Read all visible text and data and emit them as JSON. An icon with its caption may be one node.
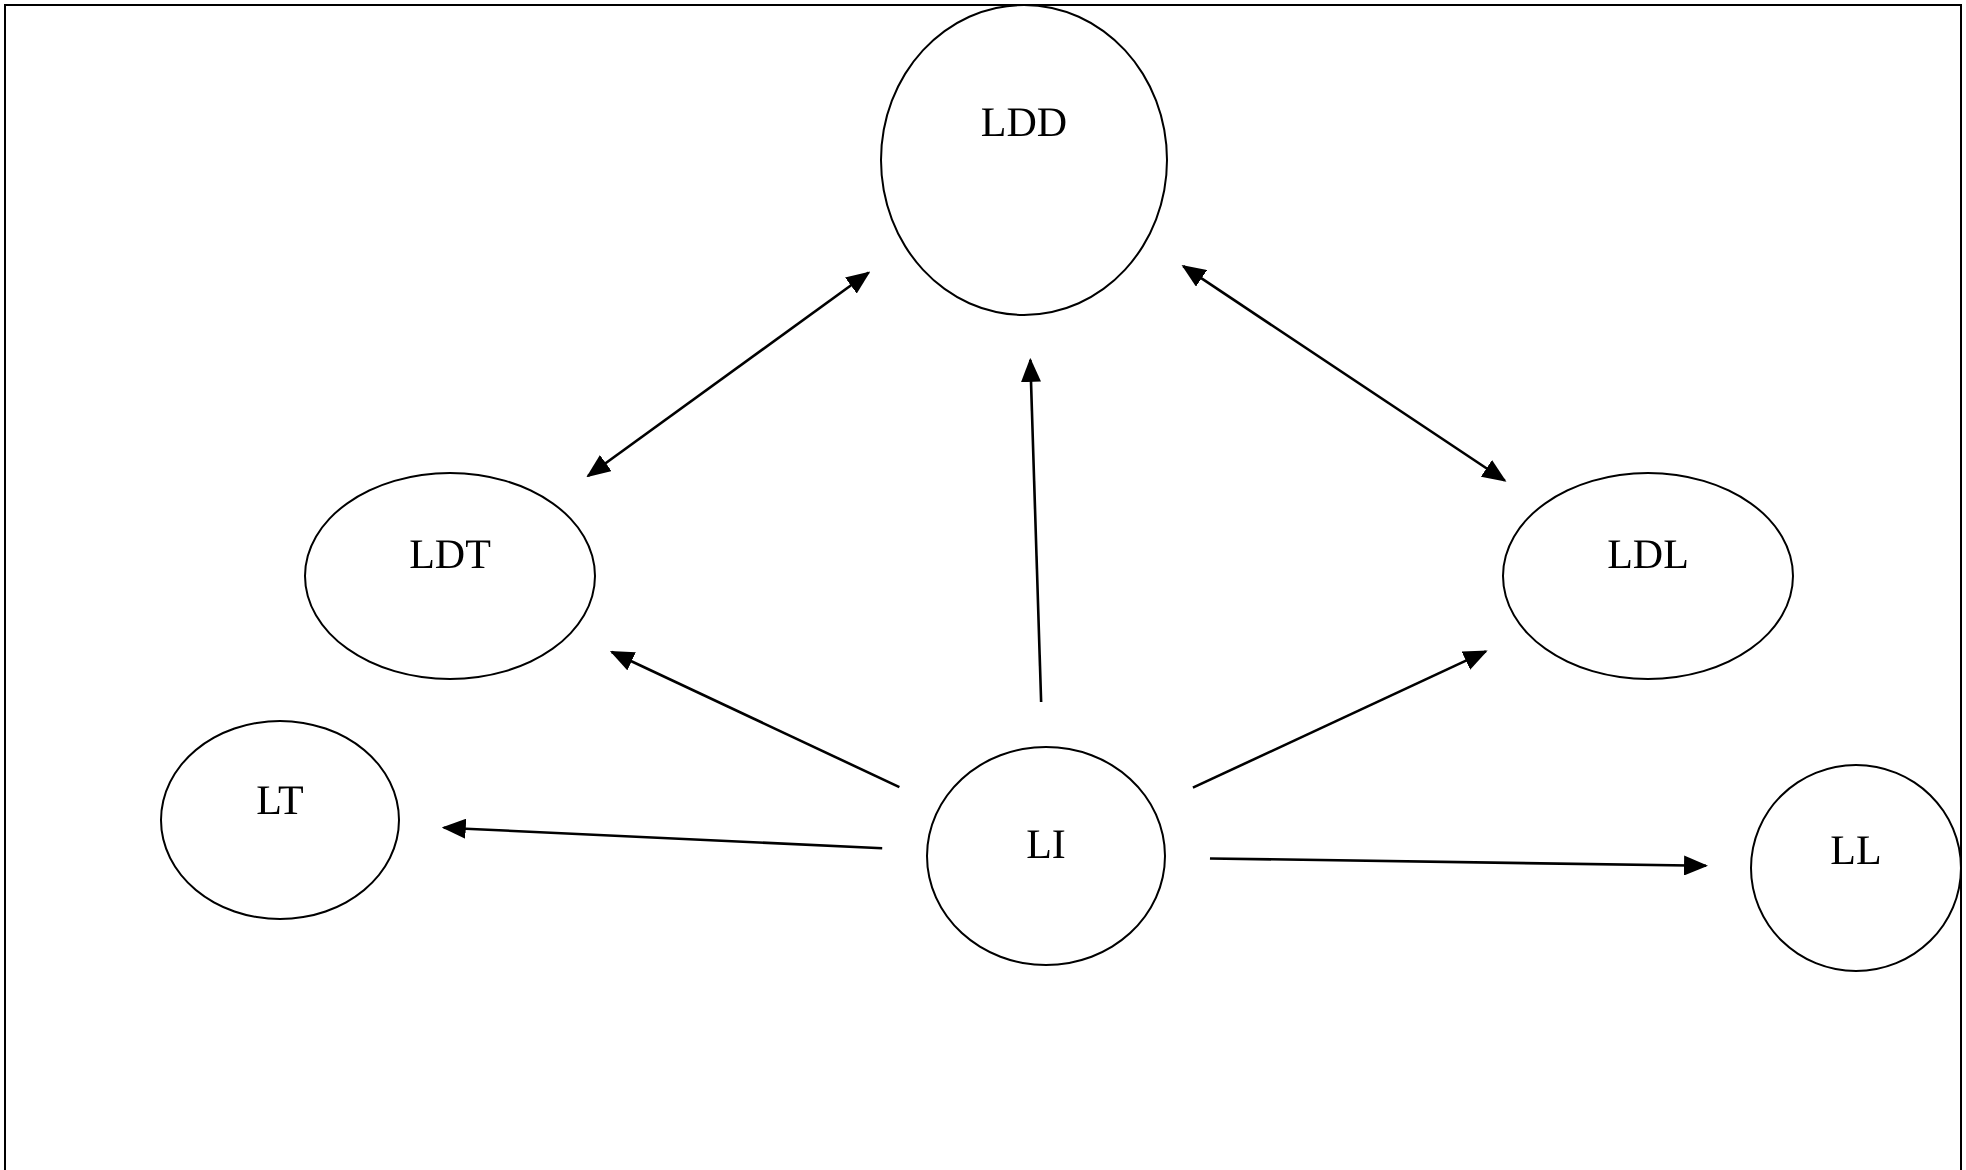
{
  "diagram": {
    "nodes": [
      {
        "text": [
          "LDD"
        ]
      },
      {
        "text": [
          "LDT"
        ]
      },
      {
        "text": [
          "LDL"
        ]
      },
      {
        "text": [
          "LT"
        ]
      },
      {
        "text": [
          "LI"
        ]
      },
      {
        "text": [
          "LL"
        ]
      }
    ],
    "edges": [
      {
        "from": 1,
        "to": 0,
        "arrow": "both"
      },
      {
        "from": 0,
        "to": 2,
        "arrow": "both"
      },
      {
        "from": 4,
        "to": 0,
        "arrow": "to"
      },
      {
        "from": 4,
        "to": 1,
        "arrow": "to"
      },
      {
        "from": 4,
        "to": 2,
        "arrow": "to"
      },
      {
        "from": 4,
        "to": 3,
        "arrow": "to"
      },
      {
        "from": 4,
        "to": 5,
        "arrow": "to"
      }
    ]
  }
}
